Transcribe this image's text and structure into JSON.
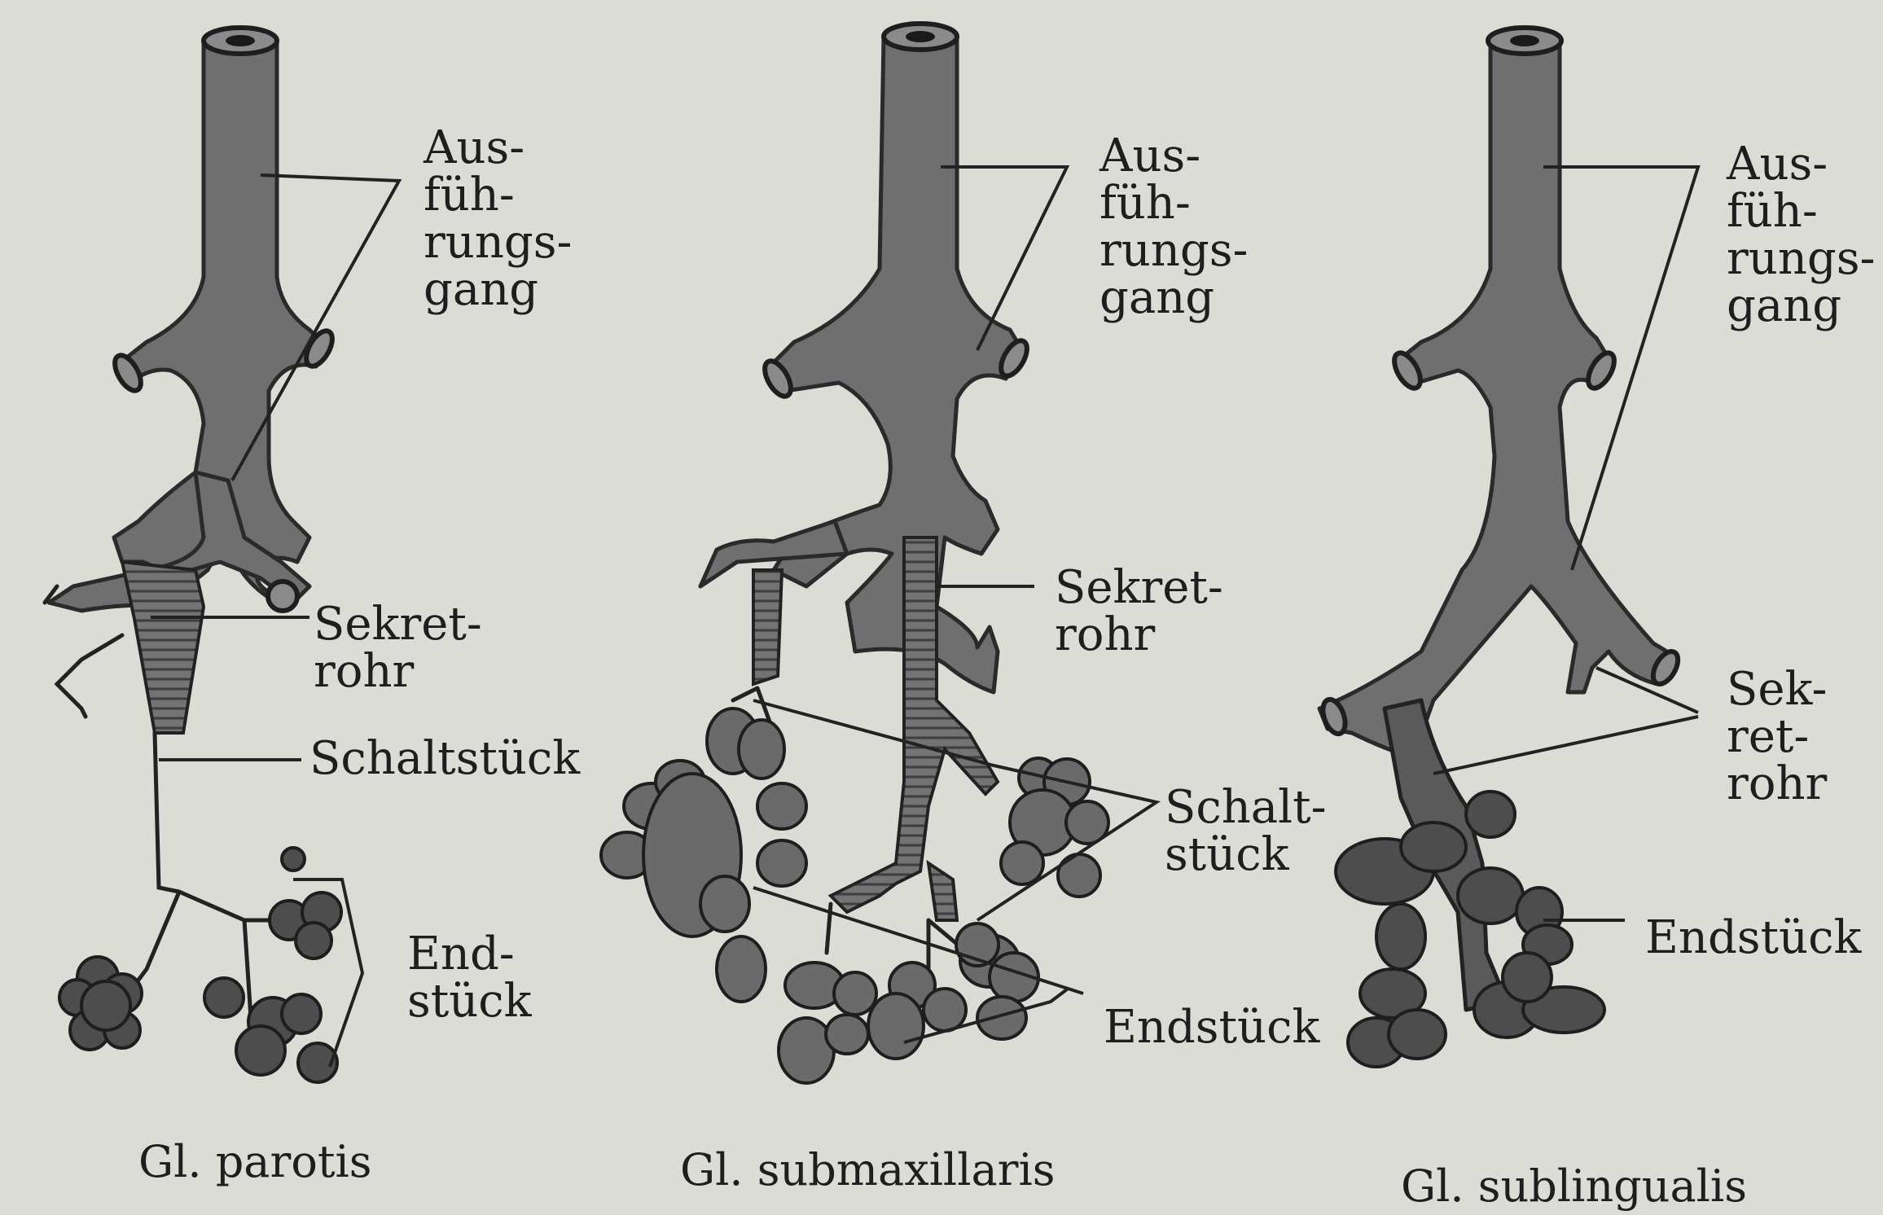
{
  "panels": [
    {
      "caption": "Gl. parotis",
      "labels": {
        "duct_lines": [
          "Aus-",
          "füh-",
          "rungs-",
          "gang"
        ],
        "secretory_lines": [
          "Sekret-",
          "rohr"
        ],
        "intercalated_lines": [
          "Schaltstück"
        ],
        "endpiece_lines": [
          "End-",
          "stück"
        ]
      }
    },
    {
      "caption": "Gl. submaxillaris",
      "labels": {
        "duct_lines": [
          "Aus-",
          "füh-",
          "rungs-",
          "gang"
        ],
        "secretory_lines": [
          "Sekret-",
          "rohr"
        ],
        "intercalated_lines": [
          "Schalt-",
          "stück"
        ],
        "endpiece_lines": [
          "Endstück"
        ]
      }
    },
    {
      "caption": "Gl. sublingualis",
      "labels": {
        "duct_lines": [
          "Aus-",
          "füh-",
          "rungs-",
          "gang"
        ],
        "secretory_lines": [
          "Sek-",
          "ret-",
          "rohr"
        ],
        "endpiece_lines": [
          "Endstück"
        ]
      }
    }
  ]
}
